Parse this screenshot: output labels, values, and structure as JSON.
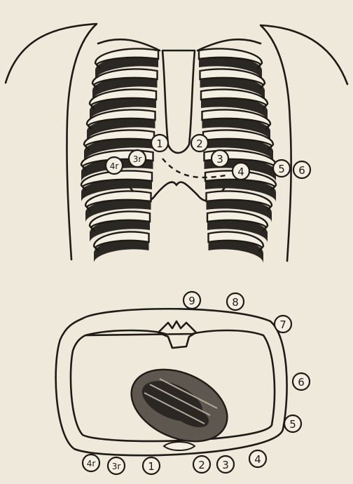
{
  "colors": {
    "paper": "#efe9dc",
    "ink": "#1e1b16",
    "shade": "#2b2824",
    "heart": "#5d5750"
  },
  "chest_view": {
    "electrodes": [
      {
        "label": "1"
      },
      {
        "label": "2"
      },
      {
        "label": "3"
      },
      {
        "label": "4"
      },
      {
        "label": "5"
      },
      {
        "label": "6"
      },
      {
        "label": "3r"
      },
      {
        "label": "4r"
      }
    ]
  },
  "cross_section": {
    "electrodes": [
      {
        "label": "9"
      },
      {
        "label": "8"
      },
      {
        "label": "7"
      },
      {
        "label": "6"
      },
      {
        "label": "5"
      },
      {
        "label": "4"
      },
      {
        "label": "3"
      },
      {
        "label": "2"
      },
      {
        "label": "1"
      },
      {
        "label": "3r"
      },
      {
        "label": "4r"
      }
    ]
  }
}
